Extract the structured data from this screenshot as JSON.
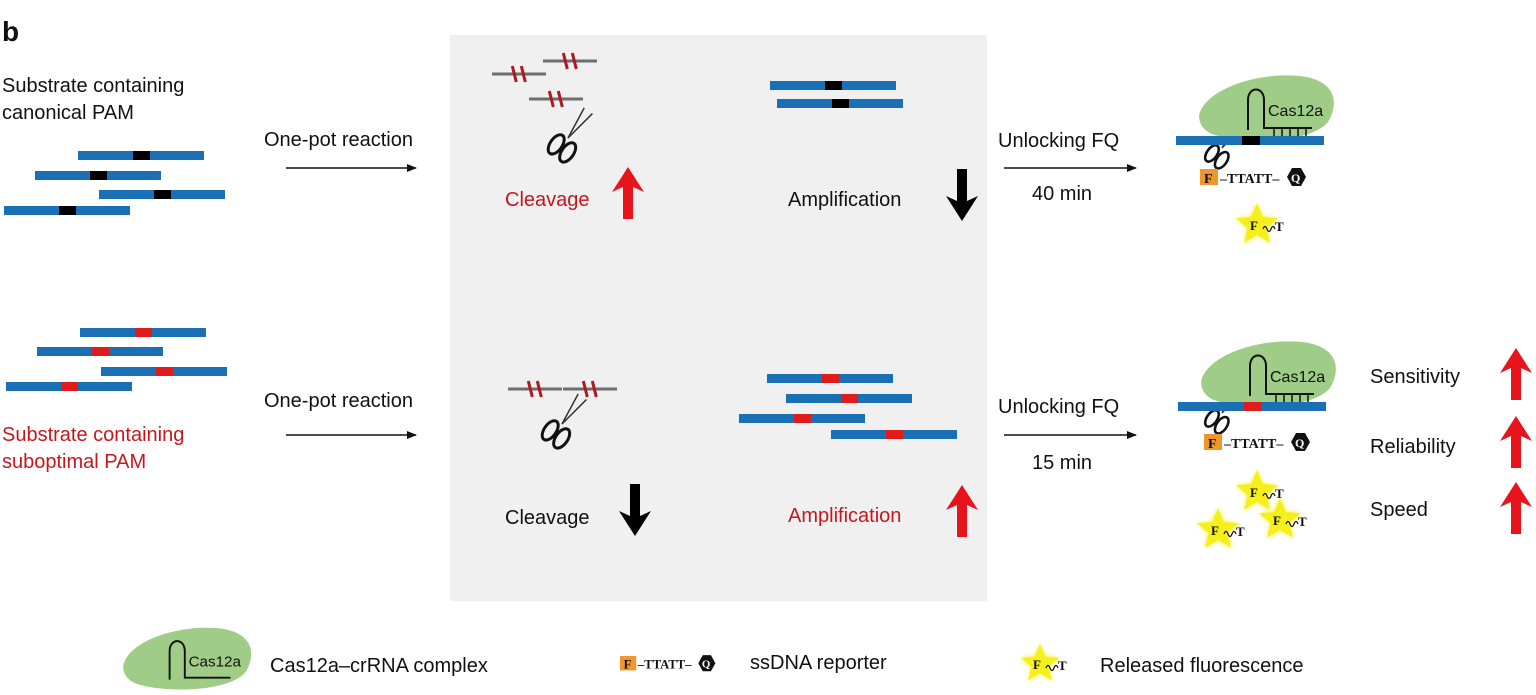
{
  "figure": {
    "panel_label": "b",
    "colors": {
      "dna_blue": "#1b6fb5",
      "canonical_pam": "#000000",
      "suboptimal_pam": "#e01b1b",
      "highlight_red": "#c8161d",
      "arrow_red": "#e8141b",
      "cas12a_green": "#9fcd88",
      "fluor_orange": "#f0962c",
      "star_yellow": "#f6f01a",
      "panel_gray": "#f0f0f0"
    },
    "top_row": {
      "substrate_label_line1": "Substrate containing",
      "substrate_label_line2": "canonical PAM",
      "step_label": "One-pot reaction",
      "cleavage_label": "Cleavage",
      "cleavage_trend": "up",
      "amplification_label": "Amplification",
      "amplification_trend": "down",
      "unlock_label": "Unlocking FQ",
      "time_label": "40 min",
      "cas_label": "Cas12a",
      "reporter_seq": "–TTATT–",
      "fluor_letter": "F",
      "quencher_letter": "Q",
      "released_tail": "T",
      "released_count": 1
    },
    "bottom_row": {
      "substrate_label_line1": "Substrate containing",
      "substrate_label_line2": "suboptimal PAM",
      "step_label": "One-pot reaction",
      "cleavage_label": "Cleavage",
      "cleavage_trend": "down",
      "amplification_label": "Amplification",
      "amplification_trend": "up",
      "unlock_label": "Unlocking FQ",
      "time_label": "15 min",
      "cas_label": "Cas12a",
      "reporter_seq": "–TTATT–",
      "fluor_letter": "F",
      "quencher_letter": "Q",
      "released_tail": "T",
      "released_count": 3,
      "outcomes": [
        {
          "label": "Sensitivity",
          "trend": "up"
        },
        {
          "label": "Reliability",
          "trend": "up"
        },
        {
          "label": "Speed",
          "trend": "up"
        }
      ]
    },
    "legend": {
      "items": [
        {
          "icon": "cas12a-complex-icon",
          "icon_text": "Cas12a",
          "label": "Cas12a–crRNA complex"
        },
        {
          "icon": "ssdna-reporter-icon",
          "icon_text": "–TTATT–",
          "label": "ssDNA reporter"
        },
        {
          "icon": "released-fluorescence-icon",
          "icon_text": "T",
          "label": "Released fluorescence"
        }
      ]
    }
  }
}
